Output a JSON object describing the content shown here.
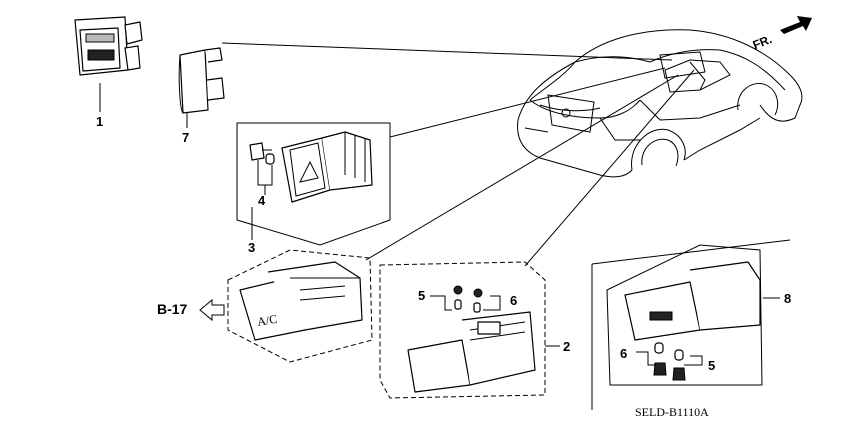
{
  "diagram": {
    "code": "SELD-B1110A",
    "direction_label": "FR.",
    "reference_label": "B-17",
    "callouts": [
      {
        "id": "1",
        "text": "1"
      },
      {
        "id": "7",
        "text": "7"
      },
      {
        "id": "4",
        "text": "4"
      },
      {
        "id": "3",
        "text": "3"
      },
      {
        "id": "5a",
        "text": "5"
      },
      {
        "id": "6a",
        "text": "6"
      },
      {
        "id": "2",
        "text": "2"
      },
      {
        "id": "8",
        "text": "8"
      },
      {
        "id": "6b",
        "text": "6"
      },
      {
        "id": "5b",
        "text": "5"
      }
    ],
    "switch_text": "A/C"
  }
}
